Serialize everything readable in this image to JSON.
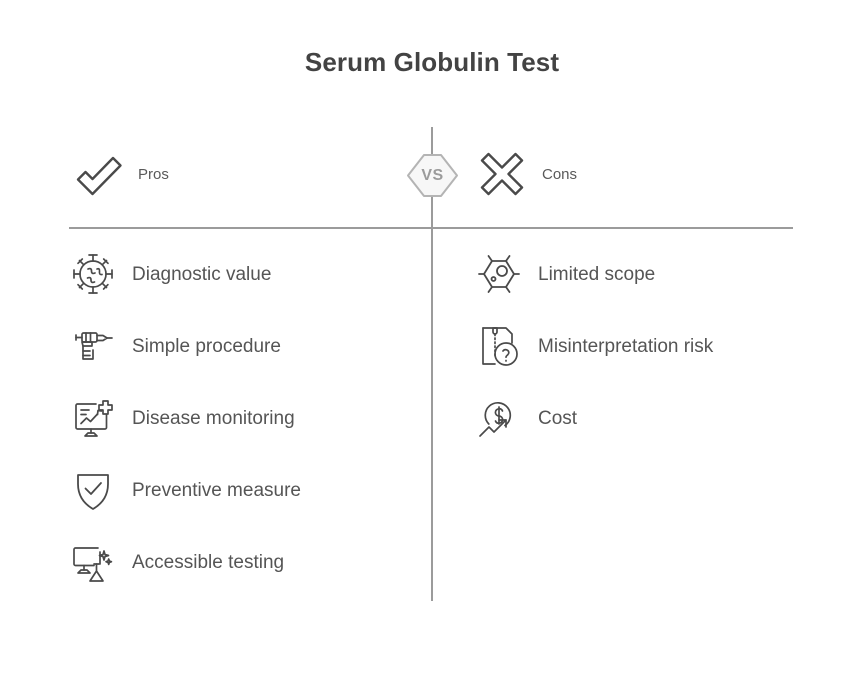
{
  "title": "Serum Globulin Test",
  "center_badge": {
    "label": "VS",
    "icon": "vs-hexagon-icon",
    "stroke_color": "#b4b4b4",
    "fill_color": "#f7f7f7"
  },
  "divider_color": "#9b9b9b",
  "columns": {
    "pros": {
      "header_label": "Pros",
      "header_icon": "checkmark-icon",
      "items": [
        {
          "label": "Diagnostic value",
          "icon": "virus-icon"
        },
        {
          "label": "Simple procedure",
          "icon": "injection-gun-icon"
        },
        {
          "label": "Disease monitoring",
          "icon": "monitor-chart-medical-icon"
        },
        {
          "label": "Preventive measure",
          "icon": "shield-check-icon"
        },
        {
          "label": "Accessible testing",
          "icon": "monitor-flask-icon"
        }
      ]
    },
    "cons": {
      "header_label": "Cons",
      "header_icon": "cross-x-icon",
      "items": [
        {
          "label": "Limited scope",
          "icon": "hexagon-cell-icon"
        },
        {
          "label": "Misinterpretation risk",
          "icon": "document-question-icon"
        },
        {
          "label": "Cost",
          "icon": "dollar-rising-arrow-icon"
        }
      ]
    }
  },
  "colors": {
    "title": "#434343",
    "item_text": "#555555",
    "header_text": "#5a5a5a",
    "icon_stroke": "#4a4a4a",
    "background": "#ffffff"
  }
}
